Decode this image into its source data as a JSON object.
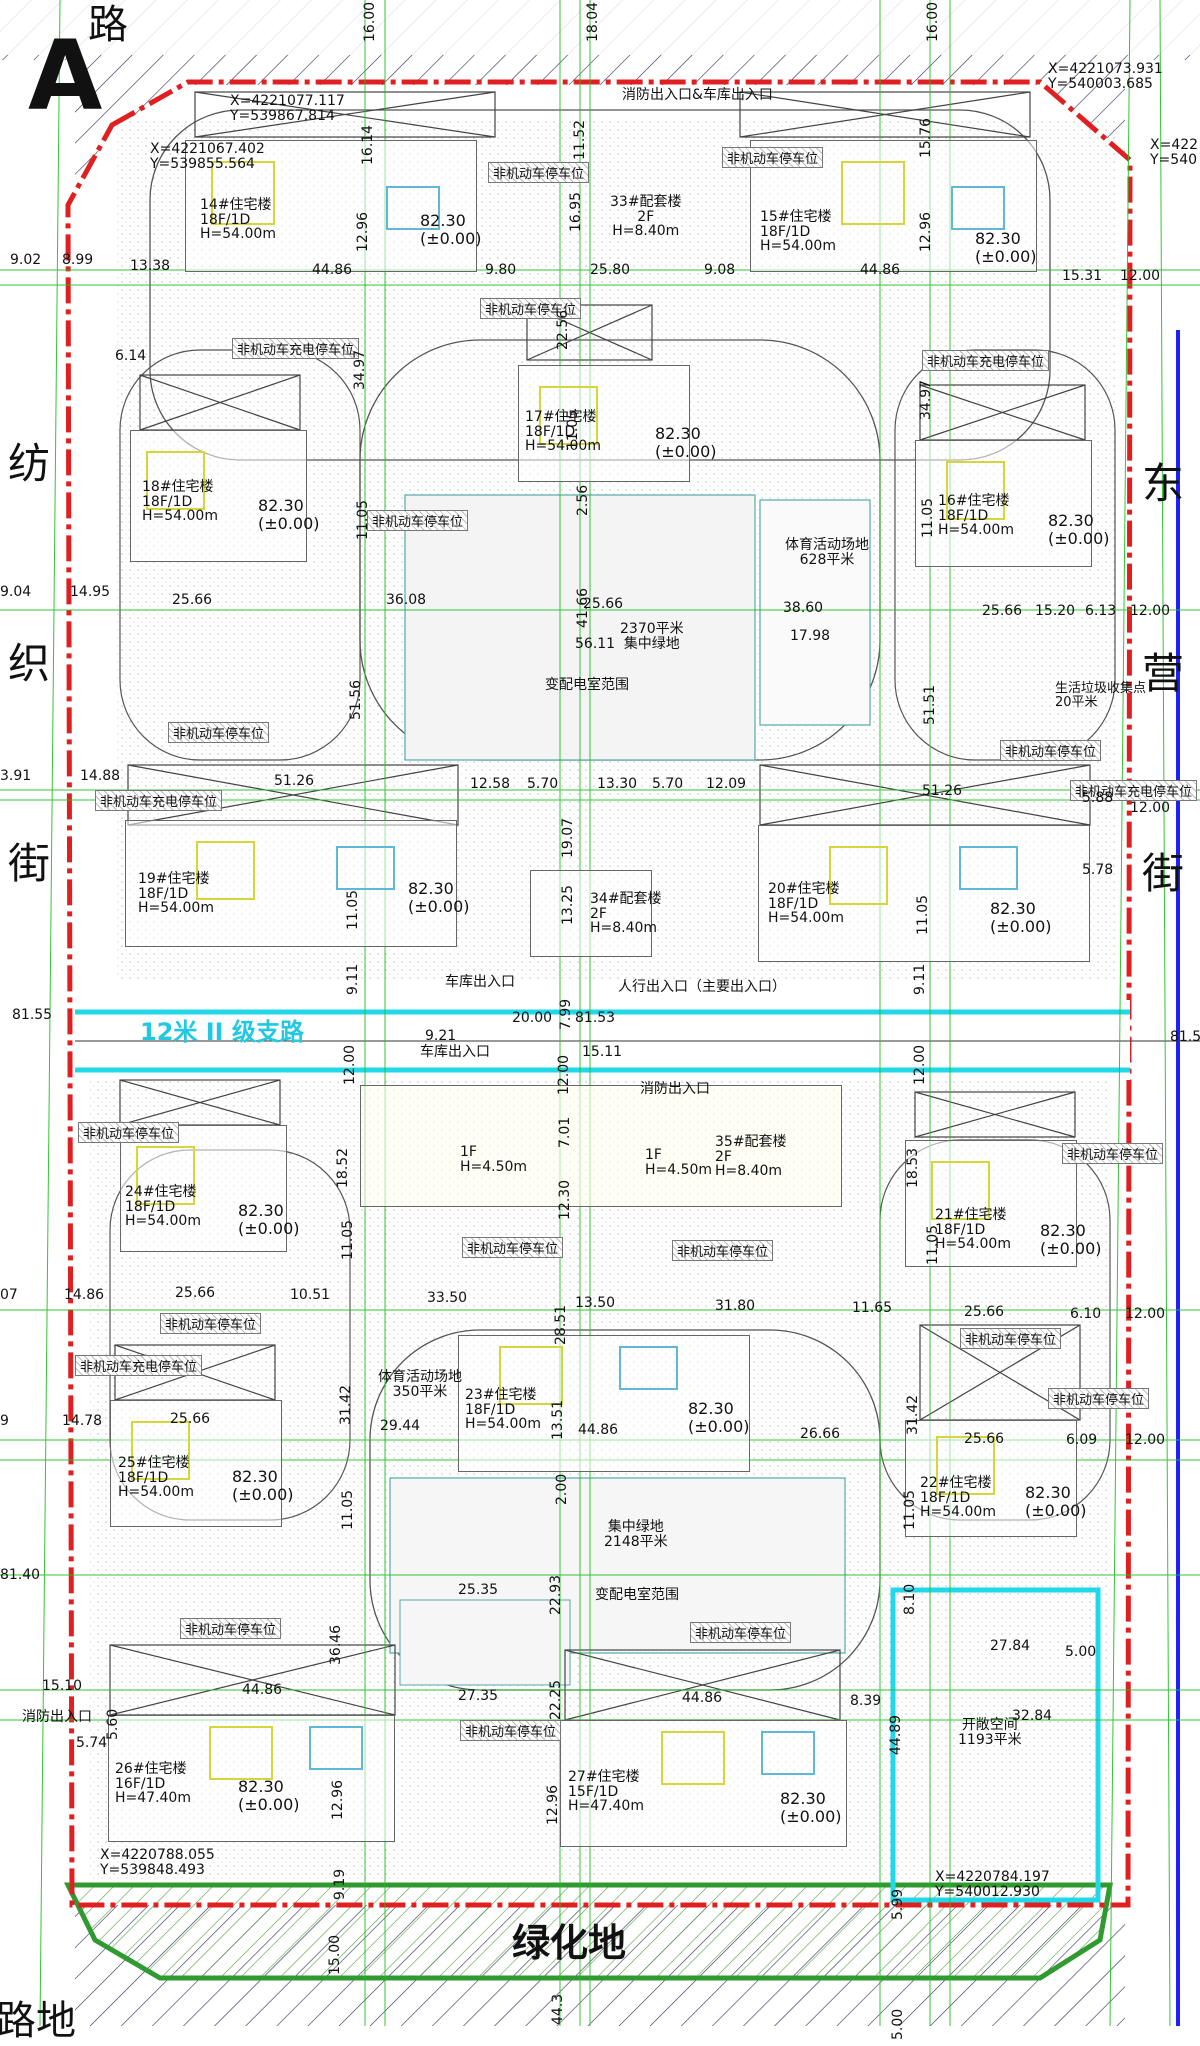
{
  "zone_letter": "A",
  "top_road_fragment": "路",
  "bottom_road_fragment": "路地",
  "west_street": [
    "纺",
    "织",
    "街"
  ],
  "east_street": [
    "东",
    "营",
    "街"
  ],
  "branch_road": "12米 II 级支路",
  "green_strip": "绿化地",
  "coordinates": {
    "ne": [
      "X=4221073.931",
      "Y=540003.685"
    ],
    "ne2": [
      "X=422",
      "Y=540"
    ],
    "nw1": [
      "X=4221077.117",
      "Y=539867.814"
    ],
    "nw2": [
      "X=4221067.402",
      "Y=539855.564"
    ],
    "sw": [
      "X=4220788.055",
      "Y=539848.493"
    ],
    "se": [
      "X=4220784.197",
      "Y=540012.930"
    ]
  },
  "buildings": [
    {
      "id": "b14",
      "name": "14#住宅楼",
      "floors": "18F/1D",
      "height": "H=54.00m",
      "elev": "82.30",
      "base": "(±0.00)"
    },
    {
      "id": "b15",
      "name": "15#住宅楼",
      "floors": "18F/1D",
      "height": "H=54.00m",
      "elev": "82.30",
      "base": "(±0.00)"
    },
    {
      "id": "b16",
      "name": "16#住宅楼",
      "floors": "18F/1D",
      "height": "H=54.00m",
      "elev": "82.30",
      "base": "(±0.00)"
    },
    {
      "id": "b17",
      "name": "17#住宅楼",
      "floors": "18F/1D",
      "height": "H=54.00m",
      "elev": "82.30",
      "base": "(±0.00)"
    },
    {
      "id": "b18",
      "name": "18#住宅楼",
      "floors": "18F/1D",
      "height": "H=54.00m",
      "elev": "82.30",
      "base": "(±0.00)"
    },
    {
      "id": "b19",
      "name": "19#住宅楼",
      "floors": "18F/1D",
      "height": "H=54.00m",
      "elev": "82.30",
      "base": "(±0.00)"
    },
    {
      "id": "b20",
      "name": "20#住宅楼",
      "floors": "18F/1D",
      "height": "H=54.00m",
      "elev": "82.30",
      "base": "(±0.00)"
    },
    {
      "id": "b21",
      "name": "21#住宅楼",
      "floors": "18F/1D",
      "height": "H=54.00m",
      "elev": "82.30",
      "base": "(±0.00)"
    },
    {
      "id": "b22",
      "name": "22#住宅楼",
      "floors": "18F/1D",
      "height": "H=54.00m",
      "elev": "82.30",
      "base": "(±0.00)"
    },
    {
      "id": "b23",
      "name": "23#住宅楼",
      "floors": "18F/1D",
      "height": "H=54.00m",
      "elev": "82.30",
      "base": "(±0.00)"
    },
    {
      "id": "b24",
      "name": "24#住宅楼",
      "floors": "18F/1D",
      "height": "H=54.00m",
      "elev": "82.30",
      "base": "(±0.00)"
    },
    {
      "id": "b25",
      "name": "25#住宅楼",
      "floors": "18F/1D",
      "height": "H=54.00m",
      "elev": "82.30",
      "base": "(±0.00)"
    },
    {
      "id": "b26",
      "name": "26#住宅楼",
      "floors": "16F/1D",
      "height": "H=47.40m",
      "elev": "82.30",
      "base": "(±0.00)"
    },
    {
      "id": "b27",
      "name": "27#住宅楼",
      "floors": "15F/1D",
      "height": "H=47.40m",
      "elev": "82.30",
      "base": "(±0.00)"
    }
  ],
  "facilities": {
    "b33": [
      "33#配套楼",
      "2F",
      "H=8.40m"
    ],
    "b34": [
      "34#配套楼",
      "2F",
      "H=8.40m"
    ],
    "b35": [
      "35#配套楼",
      "2F",
      "H=8.40m"
    ],
    "b35_1f_a": [
      "1F",
      "H=4.50m"
    ],
    "b35_1f_b": [
      "1F",
      "H=4.50m"
    ]
  },
  "areas": {
    "sports_north": [
      "体育活动场地",
      "628平米"
    ],
    "green_north": [
      "2370平米",
      "集中绿地"
    ],
    "substation_north": "变配电室范围",
    "sports_south": [
      "体育活动场地",
      "350平米"
    ],
    "green_south": [
      "集中绿地",
      "2148平米"
    ],
    "substation_south": "变配电室范围",
    "open_space": [
      "开敞空间",
      "1193平米"
    ],
    "garbage": [
      "生活垃圾收集点",
      "20平米"
    ]
  },
  "entrances": {
    "top": "消防出入口&车库出入口",
    "garage_n": "车库出入口",
    "pedestrian": "人行出入口（主要出入口）",
    "garage_s": "车库出入口",
    "fire_s": "消防出入口",
    "fire_w": "消防出入口"
  },
  "bike_labels": [
    "非机动车停车位",
    "非机动车停车位",
    "非机动车停车位",
    "非机动车充电停车位",
    "非机动车充电停车位",
    "非机动车停车位",
    "非机动车停车位",
    "非机动车充电停车位",
    "非机动车停车位",
    "非机动车充电停车位",
    "非机动车停车位",
    "非机动车停车位",
    "非机动车停车位",
    "非机动车停车位",
    "非机动车停车位",
    "非机动车停车位",
    "非机动车充电停车位",
    "非机动车停车位",
    "非机动车停车位",
    "非机动车停车位",
    "非机动车停车位"
  ],
  "dimensions": [
    "16.00",
    "18.04",
    "16.00",
    "11.52",
    "16.14",
    "12.96",
    "15.76",
    "12.96",
    "16.95",
    "25.80",
    "9.80",
    "9.08",
    "44.86",
    "44.86",
    "13.38",
    "9.02",
    "8.99",
    "15.31",
    "12.00",
    "22.56",
    "34.97",
    "34.97",
    "6.14",
    "11.05",
    "2.56",
    "11.05",
    "11.05",
    "41.66",
    "25.66",
    "56.11",
    "36.08",
    "25.66",
    "38.60",
    "17.98",
    "25.66",
    "15.20",
    "6.13",
    "12.00",
    "9.04",
    "14.95",
    "51.56",
    "51.51",
    "51.26",
    "51.26",
    "12.58",
    "5.70",
    "13.30",
    "5.70",
    "12.09",
    "19.07",
    "3.91",
    "14.88",
    "13.25",
    "11.05",
    "11.05",
    "5.88",
    "5.78",
    "12.00",
    "9.11",
    "7.99",
    "9.11",
    "81.55",
    "20.00",
    "81.53",
    "81.5",
    "12.00",
    "9.21",
    "12.00",
    "15.11",
    "12.00",
    "7.01",
    "18.52",
    "18.53",
    "12.30",
    "11.05",
    "11.05",
    "33.50",
    "28.51",
    "13.50",
    "31.80",
    "11.65",
    "25.66",
    "25.66",
    "10.51",
    "14.86",
    "07",
    "6.10",
    "12.00",
    "31.42",
    "31.42",
    "29.44",
    "44.86",
    "26.66",
    "13.51",
    "2.00",
    "25.66",
    "25.66",
    "14.78",
    "9",
    "6.09",
    "12.00",
    "11.05",
    "11.05",
    "22.93",
    "8.10",
    "81.40",
    "25.35",
    "36.46",
    "22.25",
    "27.84",
    "5.00",
    "15.10",
    "5.60",
    "44.86",
    "27.35",
    "44.86",
    "8.39",
    "32.84",
    "44.89",
    "5.74",
    "12.96",
    "12.96",
    "9.19",
    "15.00",
    "44.3",
    "5.99",
    "5.00"
  ]
}
